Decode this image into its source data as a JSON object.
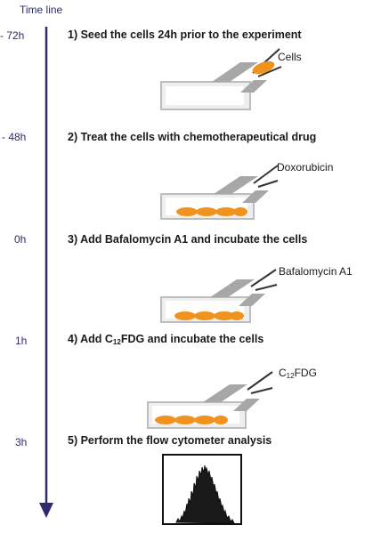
{
  "timeline_title": "Time line",
  "steps": [
    {
      "time": "- 72h",
      "title": "1) Seed the cells 24h prior to the experiment",
      "label": "Cells"
    },
    {
      "time": "- 48h",
      "title": "2) Treat the cells with chemotherapeutical drug",
      "label": "Doxorubicin"
    },
    {
      "time": "0h",
      "title": "3) Add Bafalomycin A1 and incubate the cells",
      "label": "Bafalomycin A1"
    },
    {
      "time": "1h",
      "title_parts": {
        "pre": "4) Add C",
        "sub": "12",
        "post": "FDG and incubate the cells"
      },
      "label_parts": {
        "pre": "C",
        "sub": "12",
        "post": "FDG"
      }
    },
    {
      "time": "3h",
      "title": "5) Perform the flow cytometer analysis"
    }
  ],
  "colors": {
    "timeline": "#2b2b6e",
    "cells": "#f0921e",
    "flask": "#bdbdbd"
  }
}
